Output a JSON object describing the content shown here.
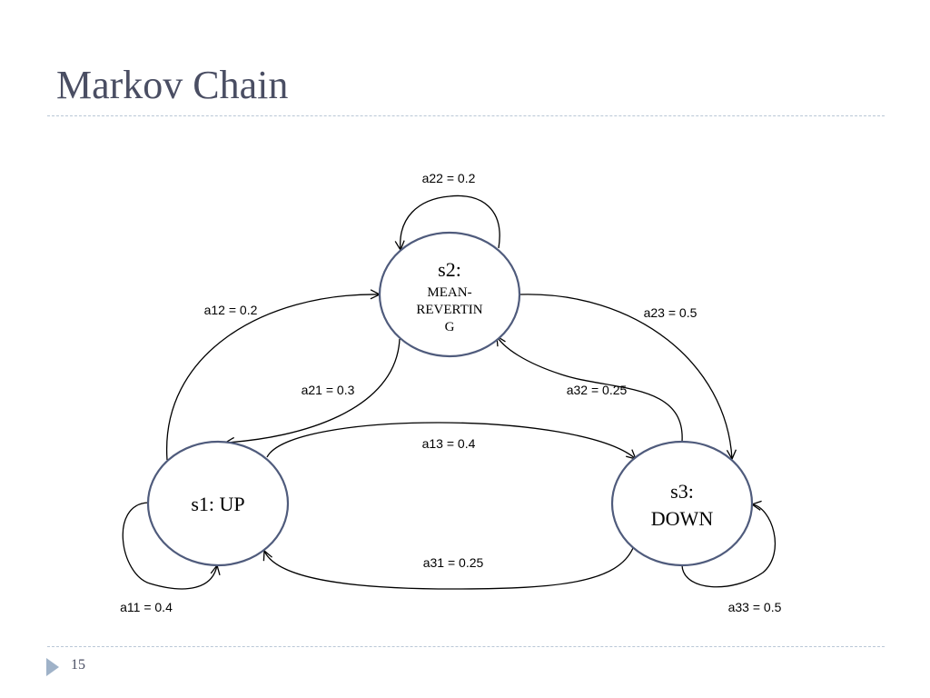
{
  "slide": {
    "title": "Markov Chain",
    "page_number": "15"
  },
  "diagram": {
    "states": [
      {
        "id": "s1",
        "lines": [
          "s1: UP"
        ]
      },
      {
        "id": "s2",
        "lines": [
          "s2:",
          "MEAN-",
          "REVERTIN",
          "G"
        ]
      },
      {
        "id": "s3",
        "lines": [
          "s3:",
          "DOWN"
        ]
      }
    ],
    "transitions": [
      {
        "from": "s1",
        "to": "s1",
        "label": "a11 = 0.4"
      },
      {
        "from": "s1",
        "to": "s2",
        "label": "a12 = 0.2"
      },
      {
        "from": "s1",
        "to": "s3",
        "label": "a13 = 0.4"
      },
      {
        "from": "s2",
        "to": "s1",
        "label": "a21 = 0.3"
      },
      {
        "from": "s2",
        "to": "s2",
        "label": "a22 = 0.2"
      },
      {
        "from": "s2",
        "to": "s3",
        "label": "a23 = 0.5"
      },
      {
        "from": "s3",
        "to": "s1",
        "label": "a31 = 0.25"
      },
      {
        "from": "s3",
        "to": "s2",
        "label": "a32 = 0.25"
      },
      {
        "from": "s3",
        "to": "s3",
        "label": "a33 = 0.5"
      }
    ]
  }
}
